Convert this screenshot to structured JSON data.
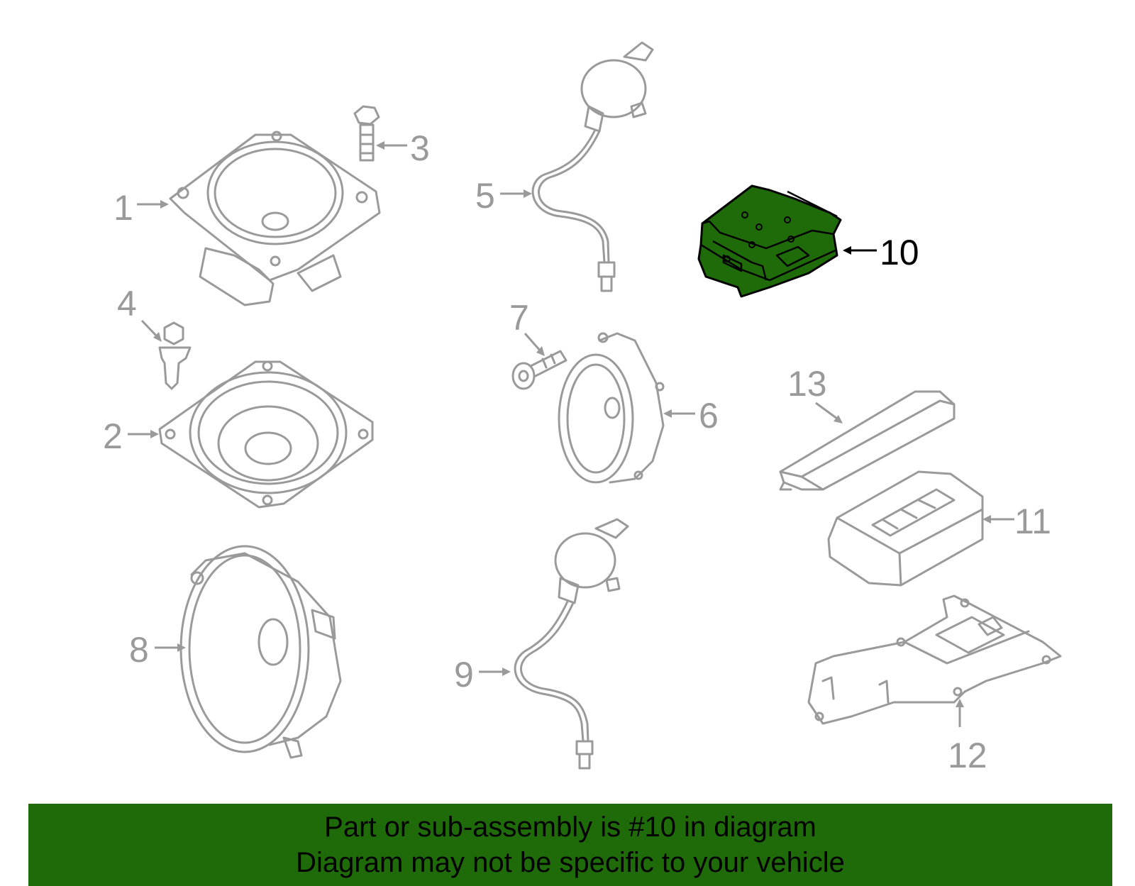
{
  "labels": {
    "p1": "1",
    "p2": "2",
    "p3": "3",
    "p4": "4",
    "p5": "5",
    "p6": "6",
    "p7": "7",
    "p8": "8",
    "p9": "9",
    "p10": "10",
    "p11": "11",
    "p12": "12",
    "p13": "13"
  },
  "highlight_color": "#1f6b0a",
  "banner": {
    "line1": "Part or sub-assembly is #10 in diagram",
    "line2": "Diagram may not be specific to your vehicle"
  }
}
